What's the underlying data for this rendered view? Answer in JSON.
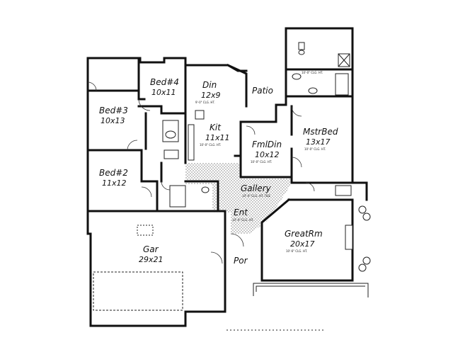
{
  "rooms": {
    "bed4": {
      "name": "Bed#4",
      "dim": "10x11"
    },
    "din": {
      "name": "Din",
      "dim": "12x9",
      "note": "9'-0\" CLG. HT."
    },
    "patio": {
      "name": "Patio"
    },
    "bath_master": {
      "note": "10'-0\" CLG. HT."
    },
    "bed3": {
      "name": "Bed#3",
      "dim": "10x13"
    },
    "kit": {
      "name": "Kit",
      "dim": "11x11",
      "note": "10'-0\" CLG. HT."
    },
    "fmldin": {
      "name": "FmlDin",
      "dim": "10x12",
      "note": "10'-0\" CLG. HT."
    },
    "mstrbed": {
      "name": "MstrBed",
      "dim": "13x17",
      "note": "10'-0\" CLG. HT."
    },
    "bed2": {
      "name": "Bed#2",
      "dim": "11x12"
    },
    "gallery": {
      "name": "Gallery",
      "note": "10'-0\" CLG. HT. TILE"
    },
    "ent": {
      "name": "Ent",
      "note": "10'-0\" CLG. HT."
    },
    "greatrm": {
      "name": "GreatRm",
      "dim": "20x17",
      "note": "10'-6\" CLG. HT."
    },
    "gar": {
      "name": "Gar",
      "dim": "29x21"
    },
    "por": {
      "name": "Por"
    }
  },
  "colors": {
    "ink": "#111111",
    "paper": "#ffffff"
  }
}
